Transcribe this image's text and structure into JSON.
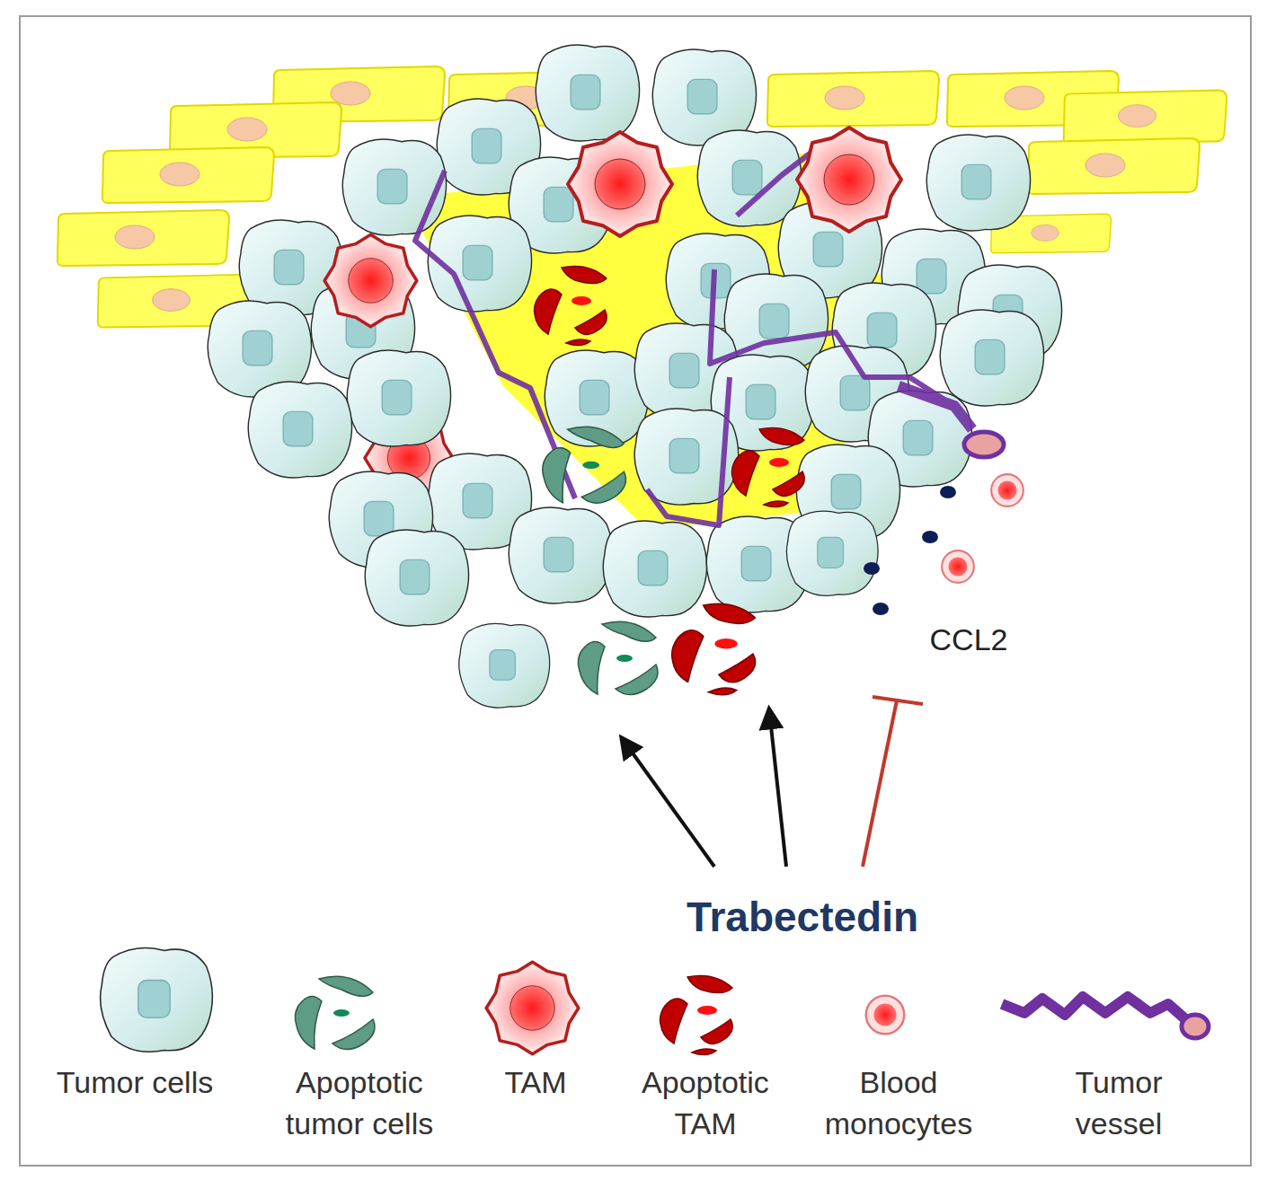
{
  "diagram": {
    "labels": [
      "CCL2",
      "Trabectedin"
    ],
    "legend": [
      {
        "text": "Tumor cells"
      },
      {
        "text": "Apoptotic tumor cells"
      },
      {
        "text": "TAM"
      },
      {
        "text": "Apoptotic TAM"
      },
      {
        "text": "Blood monocytes"
      },
      {
        "text": "Tumor vessel"
      }
    ]
  }
}
